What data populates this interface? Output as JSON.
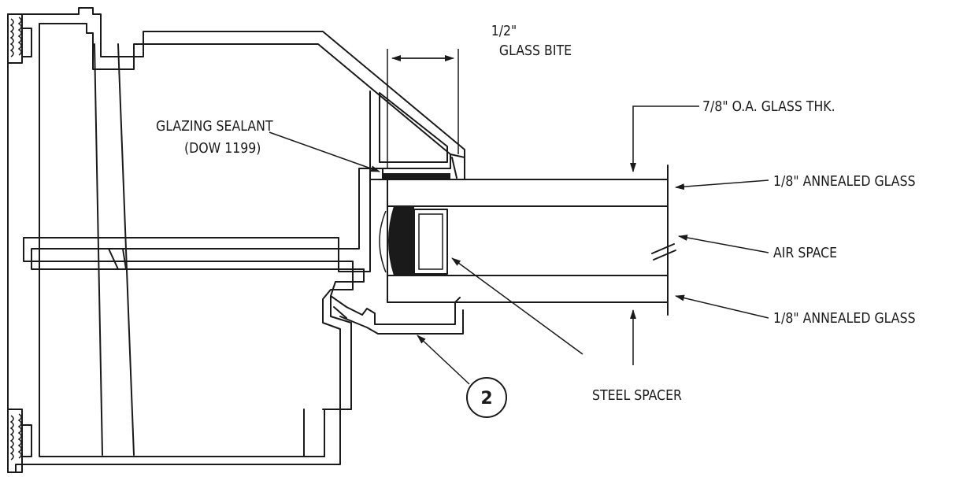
{
  "labels": {
    "glass_bite_dim": "1/2\"",
    "glass_bite": "GLASS BITE",
    "glazing_sealant": "GLAZING SEALANT",
    "glazing_sealant_product": "(DOW 1199)",
    "overall_thickness": "7/8\" O.A. GLASS THK.",
    "outer_lite": "1/8\" ANNEALED GLASS",
    "air_space": "AIR SPACE",
    "inner_lite": "1/8\" ANNEALED GLASS",
    "steel_spacer": "STEEL SPACER"
  },
  "callout": {
    "number": "2"
  }
}
